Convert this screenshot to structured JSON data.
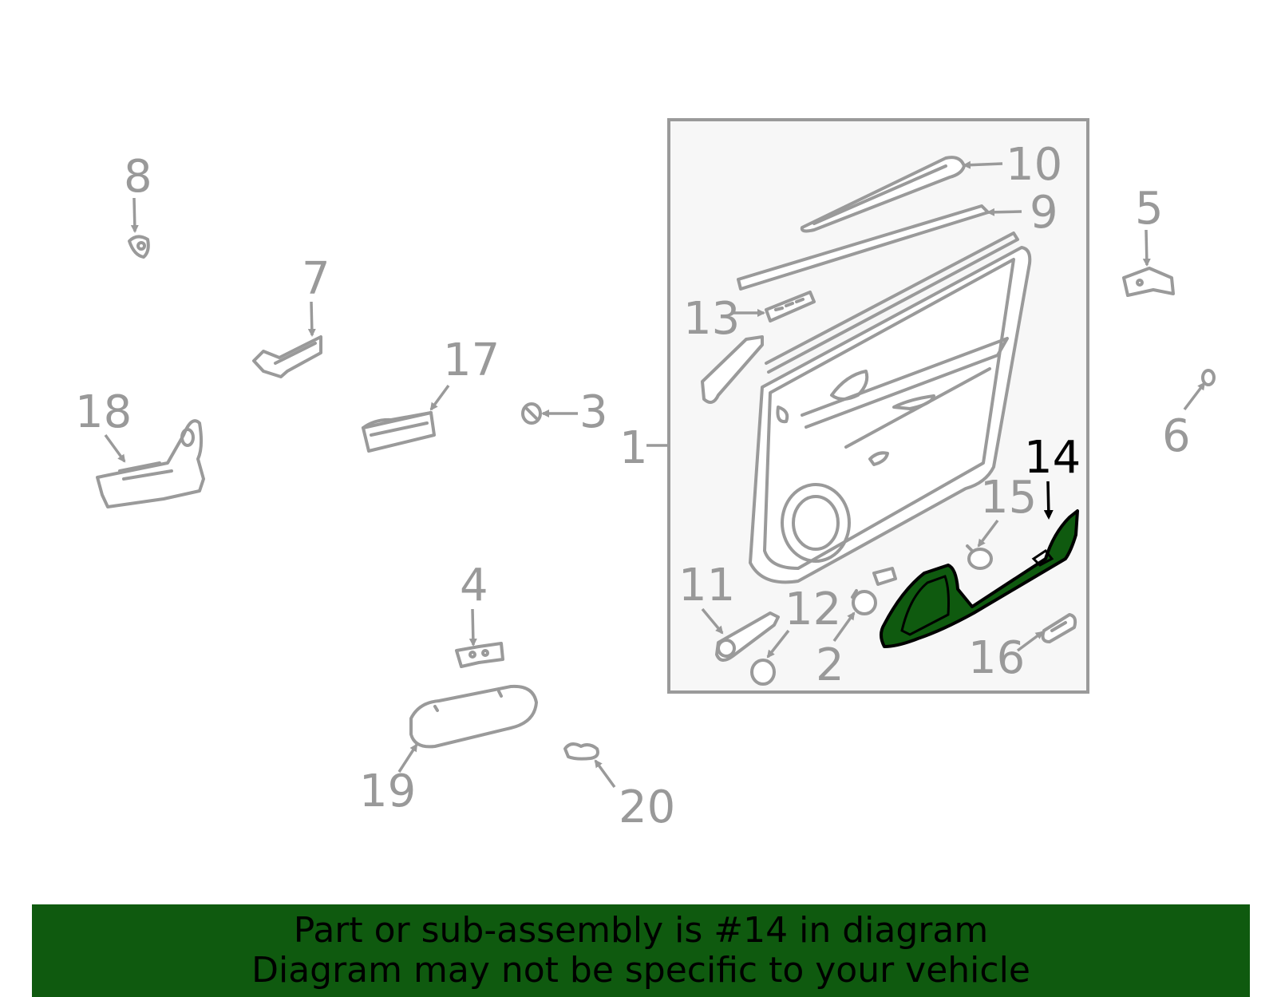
{
  "diagram": {
    "highlighted_part": "14",
    "highlight_color": "#0f5a0f",
    "callouts": {
      "c1": "1",
      "c2": "2",
      "c3": "3",
      "c4": "4",
      "c5": "5",
      "c6": "6",
      "c7": "7",
      "c8": "8",
      "c9": "9",
      "c10": "10",
      "c11": "11",
      "c12": "12",
      "c13": "13",
      "c14": "14",
      "c15": "15",
      "c16": "16",
      "c17": "17",
      "c18": "18",
      "c19": "19",
      "c20": "20"
    }
  },
  "banner": {
    "line1": "Part or sub-assembly is #14 in diagram",
    "line2": "Diagram may not be specific to your vehicle",
    "background": "#0f5a0f"
  }
}
